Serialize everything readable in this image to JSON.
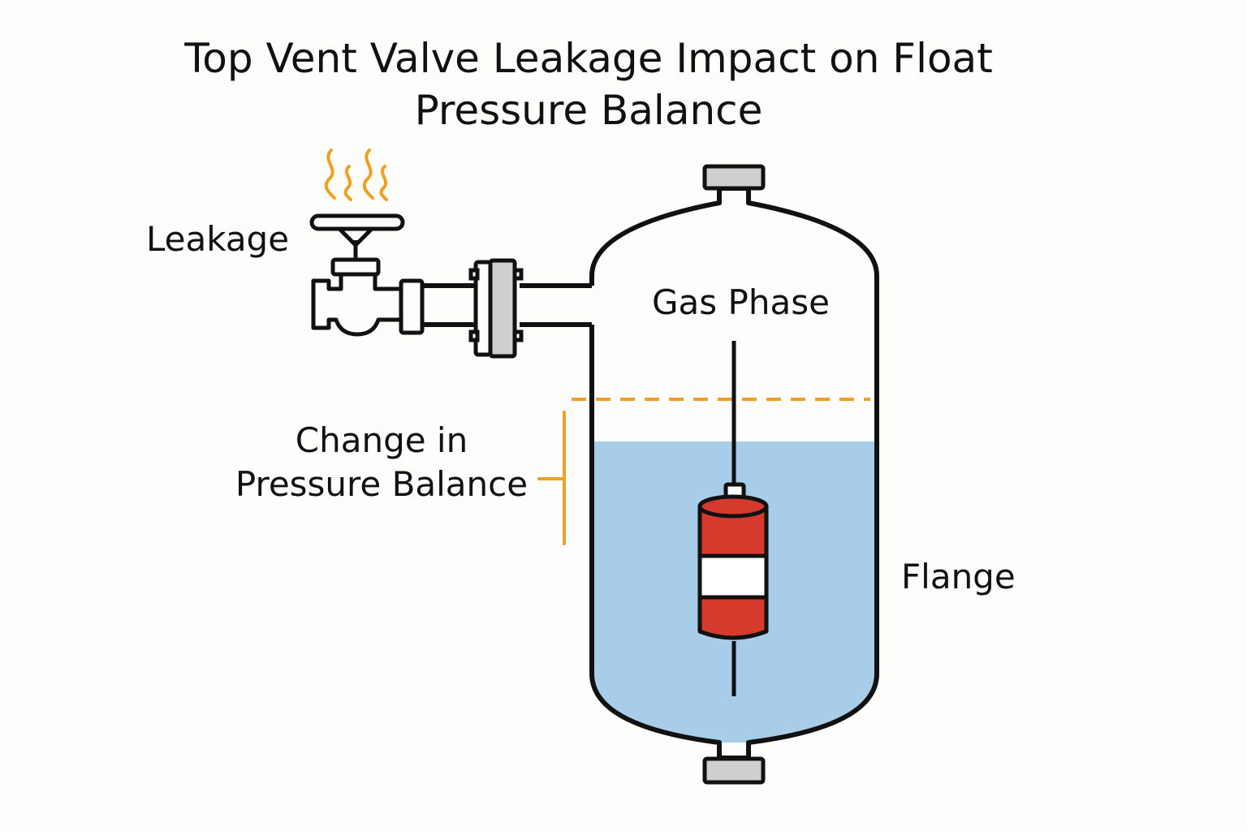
{
  "title": {
    "line1": "Top Vent Valve Leakage Impact on Float",
    "line2": "Pressure Balance"
  },
  "labels": {
    "leakage": "Leakage",
    "gas_phase": "Gas Phase",
    "change_line1": "Change in",
    "change_line2": "Pressure Balance",
    "flange": "Flange"
  },
  "icons": {
    "leak_fumes": "wavy-fumes-icon",
    "vent_valve": "gate-valve-icon",
    "float": "cylindrical-float-icon"
  },
  "colors": {
    "outline": "#111111",
    "liquid": "#a7cde9",
    "accent": "#f0a020",
    "float_red": "#d63a2c",
    "float_white": "#ffffff",
    "nozzle_gray": "#cfcfcf",
    "background": "#fdfdfc"
  }
}
